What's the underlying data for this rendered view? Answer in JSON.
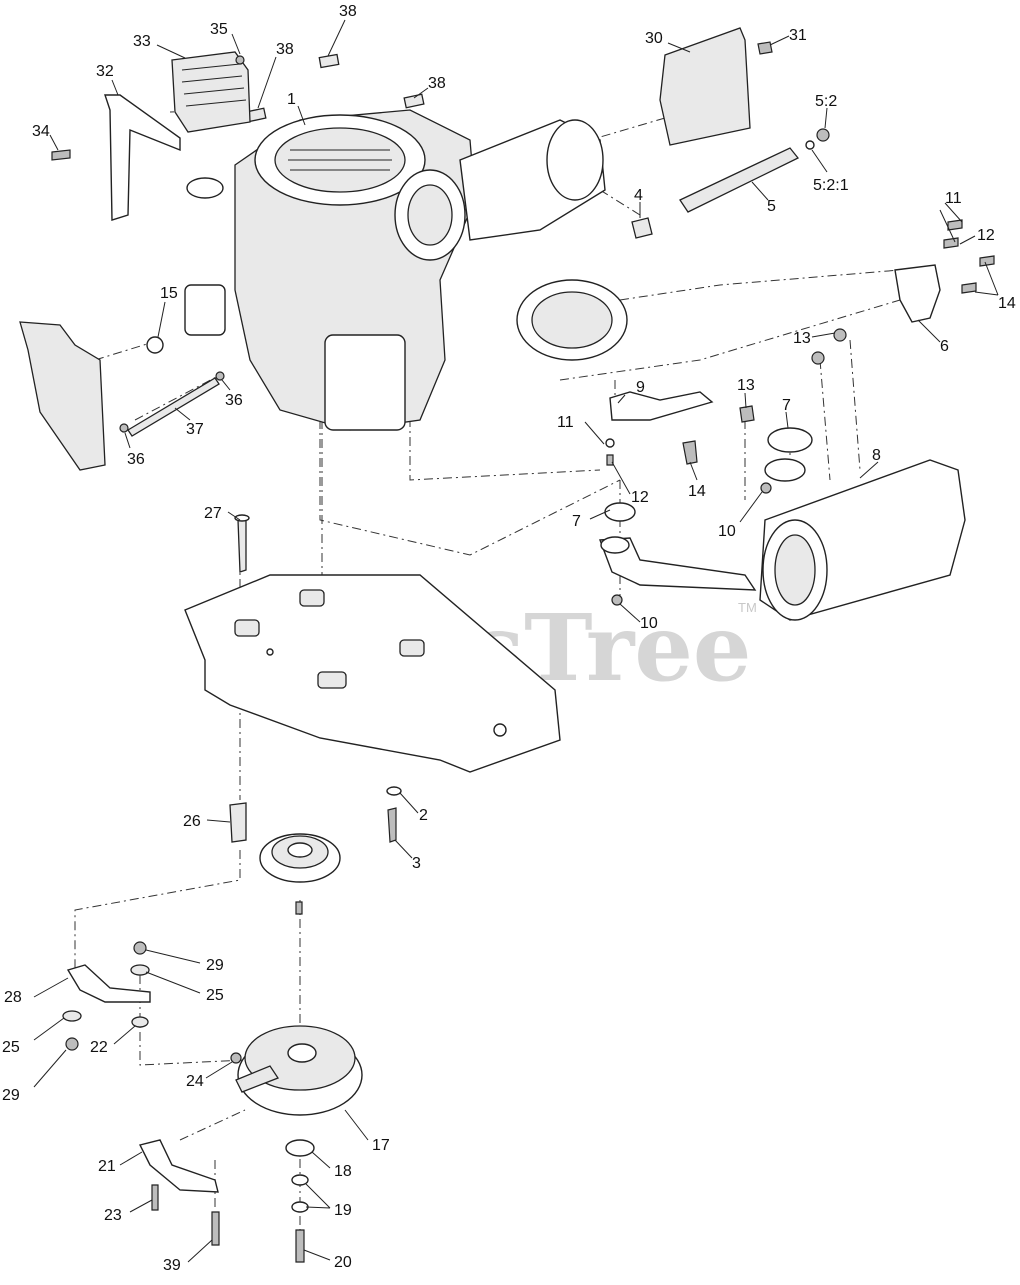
{
  "watermark": {
    "text": "PartsTree",
    "tm": "TM"
  },
  "callouts": [
    {
      "id": "c-38a",
      "text": "38"
    },
    {
      "id": "c-38b",
      "text": "38"
    },
    {
      "id": "c-38c",
      "text": "38"
    },
    {
      "id": "c-35",
      "text": "35"
    },
    {
      "id": "c-33",
      "text": "33"
    },
    {
      "id": "c-32",
      "text": "32"
    },
    {
      "id": "c-1",
      "text": "1"
    },
    {
      "id": "c-34",
      "text": "34"
    },
    {
      "id": "c-30",
      "text": "30"
    },
    {
      "id": "c-31",
      "text": "31"
    },
    {
      "id": "c-5-2",
      "text": "5:2"
    },
    {
      "id": "c-5-2-1",
      "text": "5:2:1"
    },
    {
      "id": "c-4",
      "text": "4"
    },
    {
      "id": "c-5",
      "text": "5"
    },
    {
      "id": "c-11a",
      "text": "11"
    },
    {
      "id": "c-12a",
      "text": "12"
    },
    {
      "id": "c-14a",
      "text": "14"
    },
    {
      "id": "c-6",
      "text": "6"
    },
    {
      "id": "c-13a",
      "text": "13"
    },
    {
      "id": "c-15",
      "text": "15"
    },
    {
      "id": "c-36a",
      "text": "36"
    },
    {
      "id": "c-36b",
      "text": "36"
    },
    {
      "id": "c-37",
      "text": "37"
    },
    {
      "id": "c-9",
      "text": "9"
    },
    {
      "id": "c-13b",
      "text": "13"
    },
    {
      "id": "c-7a",
      "text": "7"
    },
    {
      "id": "c-11b",
      "text": "11"
    },
    {
      "id": "c-14b",
      "text": "14"
    },
    {
      "id": "c-12b",
      "text": "12"
    },
    {
      "id": "c-8",
      "text": "8"
    },
    {
      "id": "c-7b",
      "text": "7"
    },
    {
      "id": "c-10a",
      "text": "10"
    },
    {
      "id": "c-10b",
      "text": "10"
    },
    {
      "id": "c-27",
      "text": "27"
    },
    {
      "id": "c-2",
      "text": "2"
    },
    {
      "id": "c-26",
      "text": "26"
    },
    {
      "id": "c-3",
      "text": "3"
    },
    {
      "id": "c-29a",
      "text": "29"
    },
    {
      "id": "c-28",
      "text": "28"
    },
    {
      "id": "c-25a",
      "text": "25"
    },
    {
      "id": "c-25b",
      "text": "25"
    },
    {
      "id": "c-22",
      "text": "22"
    },
    {
      "id": "c-29b",
      "text": "29"
    },
    {
      "id": "c-24",
      "text": "24"
    },
    {
      "id": "c-17",
      "text": "17"
    },
    {
      "id": "c-21",
      "text": "21"
    },
    {
      "id": "c-18",
      "text": "18"
    },
    {
      "id": "c-23",
      "text": "23"
    },
    {
      "id": "c-19",
      "text": "19"
    },
    {
      "id": "c-39",
      "text": "39"
    },
    {
      "id": "c-20",
      "text": "20"
    }
  ]
}
